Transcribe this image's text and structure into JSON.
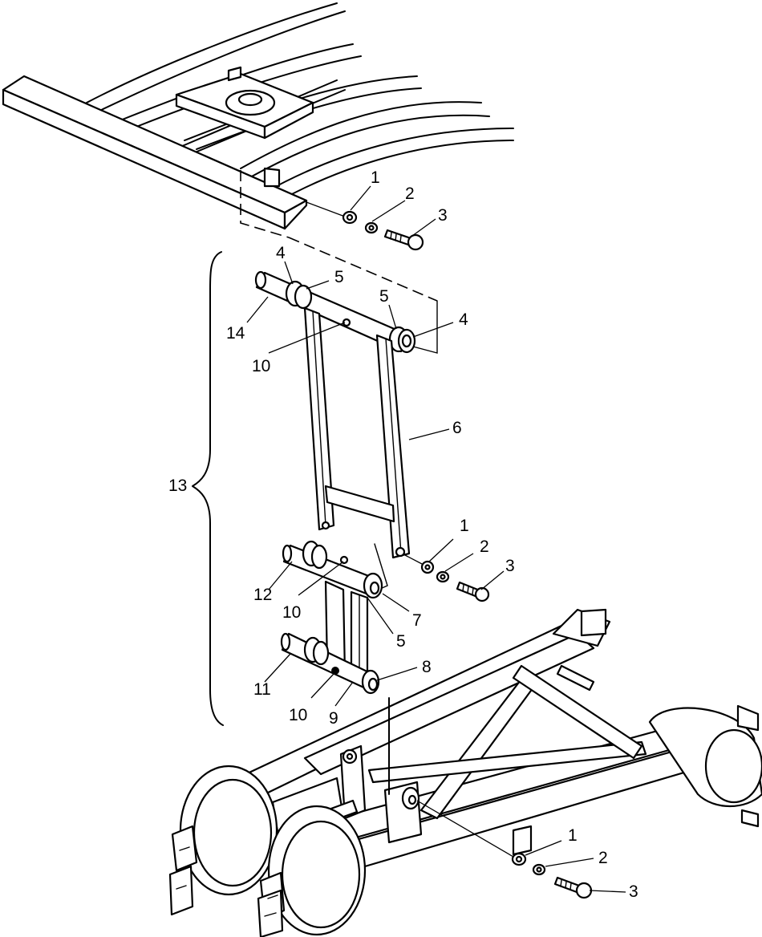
{
  "callouts": [
    {
      "id": "c1a",
      "text": "1"
    },
    {
      "id": "c2a",
      "text": "2"
    },
    {
      "id": "c3a",
      "text": "3"
    },
    {
      "id": "c4a",
      "text": "4"
    },
    {
      "id": "c5a",
      "text": "5"
    },
    {
      "id": "c5b",
      "text": "5"
    },
    {
      "id": "c4b",
      "text": "4"
    },
    {
      "id": "c14",
      "text": "14"
    },
    {
      "id": "c10a",
      "text": "10"
    },
    {
      "id": "c6",
      "text": "6"
    },
    {
      "id": "c13",
      "text": "13"
    },
    {
      "id": "c1b",
      "text": "1"
    },
    {
      "id": "c2b",
      "text": "2"
    },
    {
      "id": "c3b",
      "text": "3"
    },
    {
      "id": "c12",
      "text": "12"
    },
    {
      "id": "c10b",
      "text": "10"
    },
    {
      "id": "c7",
      "text": "7"
    },
    {
      "id": "c5c",
      "text": "5"
    },
    {
      "id": "c8",
      "text": "8"
    },
    {
      "id": "c11",
      "text": "11"
    },
    {
      "id": "c10c",
      "text": "10"
    },
    {
      "id": "c9",
      "text": "9"
    },
    {
      "id": "c1c",
      "text": "1"
    },
    {
      "id": "c2c",
      "text": "2"
    },
    {
      "id": "c3c",
      "text": "3"
    }
  ]
}
